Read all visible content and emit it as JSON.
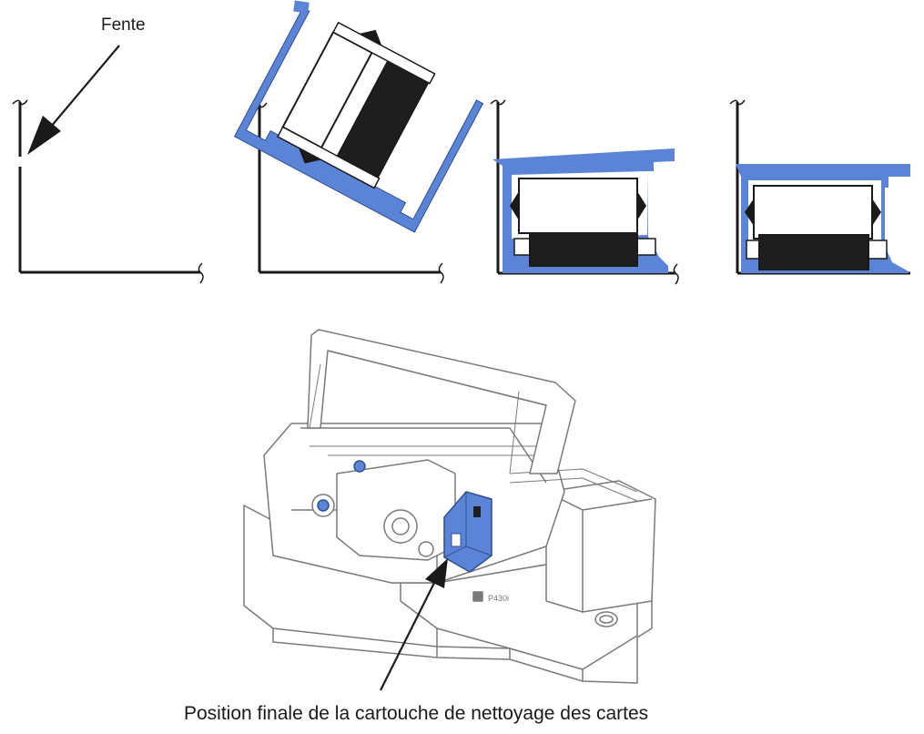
{
  "labels": {
    "slot": "Fente",
    "caption": "Position finale de la cartouche de nettoyage des cartes",
    "printer_model": "P430i"
  },
  "colors": {
    "accent_blue": "#5b84d6",
    "ink": "#1a1a1a",
    "line_gray": "#7a7a7a",
    "cartridge_black": "#1e1e1e"
  },
  "steps": [
    {
      "stage": "empty-slot"
    },
    {
      "stage": "cartridge-tilted"
    },
    {
      "stage": "cartridge-lowering"
    },
    {
      "stage": "cartridge-seated"
    }
  ]
}
